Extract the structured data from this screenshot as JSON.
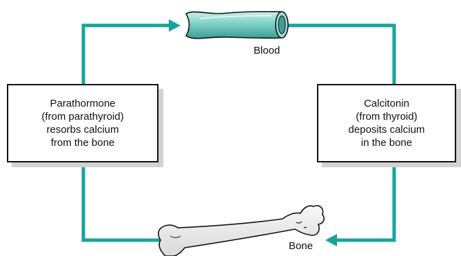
{
  "colors": {
    "arrow": "#1aa39a",
    "vessel": "#7fd0c6",
    "vessel_dark": "#2f8e86",
    "bone": "#ebebeb",
    "box_shadow": "#d2d2d2"
  },
  "labels": {
    "blood": "Blood",
    "bone": "Bone"
  },
  "left_box": {
    "lines": [
      "Parathormone",
      "(from parathyroid)",
      "resorbs calcium",
      "from the bone"
    ]
  },
  "right_box": {
    "lines": [
      "Calcitonin",
      "(from thyroid)",
      "deposits calcium",
      "in the bone"
    ]
  },
  "icons": {
    "blood": "blood-vessel-icon",
    "bone": "femur-bone-icon"
  }
}
